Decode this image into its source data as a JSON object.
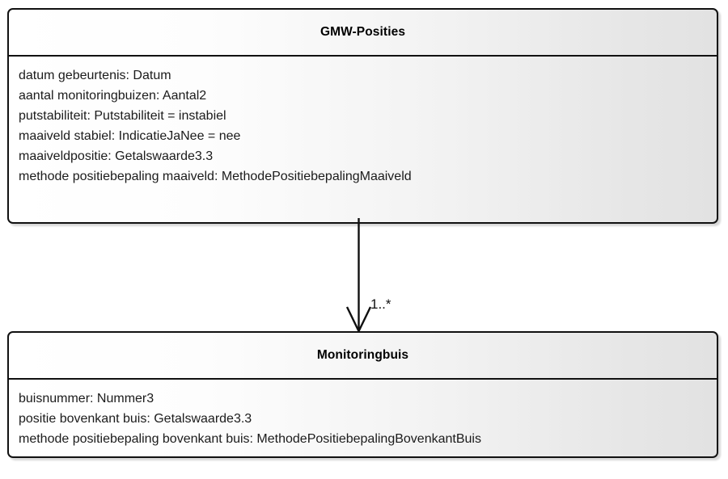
{
  "diagram": {
    "type": "uml-class-diagram",
    "classes": [
      {
        "id": "gmw-posities",
        "name": "GMW-Posities",
        "attributes": [
          "datum gebeurtenis: Datum",
          "aantal monitoringbuizen: Aantal2",
          "putstabiliteit: Putstabiliteit = instabiel",
          "maaiveld stabiel: IndicatieJaNee = nee",
          "maaiveldpositie: Getalswaarde3.3",
          "methode positiebepaling maaiveld: MethodePositiebepalingMaaiveld"
        ]
      },
      {
        "id": "monitoringbuis",
        "name": "Monitoringbuis",
        "attributes": [
          "buisnummer: Nummer3",
          "positie bovenkant buis: Getalswaarde3.3",
          "methode positiebepaling bovenkant buis: MethodePositiebepalingBovenkantBuis"
        ]
      }
    ],
    "connector": {
      "from": "gmw-posities",
      "to": "monitoringbuis",
      "arrow_style": "open-arrowhead",
      "multiplicity": "1..*"
    },
    "colors": {
      "border": "#111111",
      "fill_start": "#ffffff",
      "fill_end": "#e2e2e2",
      "text": "#1b1b1b",
      "connector": "#101010",
      "background": "#ffffff"
    }
  }
}
